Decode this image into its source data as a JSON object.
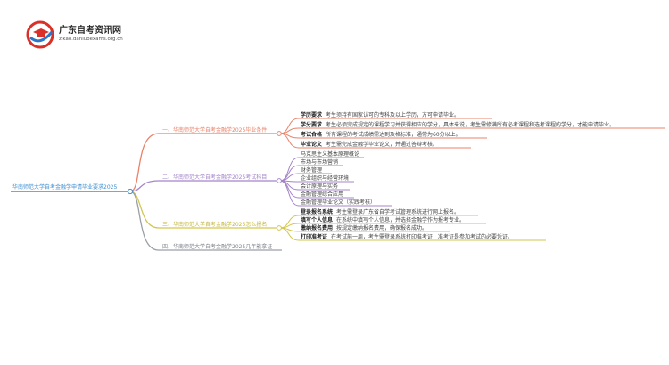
{
  "logo": {
    "title": "广东自考资讯网",
    "subtitle": "zikao.danluoexams.org.cn"
  },
  "root": "华南师范大学自考金融学申请毕业要求2025",
  "branches": [
    {
      "label": "一、华南师范大学自考金融学2025毕业条件",
      "children": [
        {
          "key": "学历要求",
          "text": "考生须持有国家认可的专科及以上学历，方可申请毕业。"
        },
        {
          "key": "学分要求",
          "text": "考生必须完成规定的课程学习并获得相应的学分，具体来说，考生需修满所有必考课程和选考课程的学分，才能申请毕业。"
        },
        {
          "key": "考试合格",
          "text": "所有课程的考试成绩需达到及格标准，通常为60分以上。"
        },
        {
          "key": "毕业论文",
          "text": "考生需完成金融学毕业论文，并通过答辩考核。"
        }
      ]
    },
    {
      "label": "二、华南师范大学自考金融学2025考试科目",
      "children": [
        {
          "text": "马克思主义基本原理概论"
        },
        {
          "text": "市场与市场营销"
        },
        {
          "text": "财务管理"
        },
        {
          "text": "企业组织与经营环境"
        },
        {
          "text": "会计原理与实务"
        },
        {
          "text": "金融管理综合应用"
        },
        {
          "text": "金融管理毕业论文（实践考核）"
        }
      ]
    },
    {
      "label": "三、华南师范大学自考金融学2025怎么报名",
      "children": [
        {
          "key": "登录报名系统",
          "text": "考生需登录广东省自学考试管理系统进行网上报名。"
        },
        {
          "key": "填写个人信息",
          "text": "在系统中填写个人信息，并选择金融学作为报考专业。"
        },
        {
          "key": "缴纳报名费用",
          "text": "按规定缴纳报名费用，确保报名成功。"
        },
        {
          "key": "打印准考证",
          "text": "在考试前一周，考生需登录系统打印准考证，准考证是参加考试的必要凭证。"
        }
      ]
    },
    {
      "label": "四、华南师范大学自考金融学2025几年能拿证",
      "children": []
    }
  ],
  "colors": {
    "root": "#3f8fd0",
    "branch1": "#e8836a",
    "branch2": "#a584c9",
    "branch3": "#d2c64f",
    "branch4": "#9aa0a6",
    "logo_red": "#d9302a",
    "logo_blue": "#2c77c8"
  }
}
